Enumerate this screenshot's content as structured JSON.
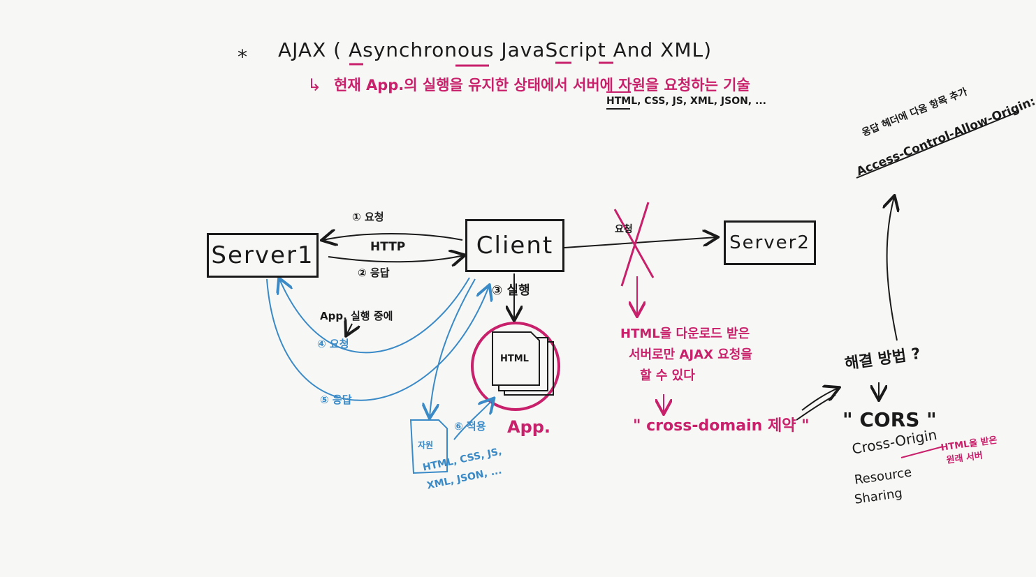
{
  "title": {
    "asterisk": "*",
    "text": "AJAX ( Asynchronous JavaScript And XML)"
  },
  "definition": {
    "arrow": "↳",
    "text": "현재 App.의 실행을 유지한 상태에서 서버에 자원을 요청하는 기술",
    "resources": "HTML, CSS, JS, XML, JSON, ..."
  },
  "boxes": {
    "server1": "Server1",
    "client": "Client",
    "server2": "Server2"
  },
  "edges": {
    "request": "① 요청",
    "http": "HTTP",
    "response": "② 응답",
    "execute": "③ 실행",
    "during_app": "App. 실행 중에",
    "request4": "④ 요청",
    "response5": "⑤ 응답",
    "apply6": "⑥ 적용",
    "blocked_request": "요청"
  },
  "app": {
    "doc_label": "HTML",
    "label": "App."
  },
  "resource_doc": {
    "label": "자원",
    "types_line1": "HTML, CSS, JS,",
    "types_line2": "XML, JSON, ..."
  },
  "cross_domain": {
    "line1": "HTML을 다운로드 받은",
    "line2": "서버로만 AJAX 요청을",
    "line3": "할 수 있다",
    "restriction": "\" cross-domain 제약 \""
  },
  "solution": {
    "question": "해결 방법 ?",
    "cors": "\" CORS \"",
    "cross_origin": "Cross-Origin",
    "origin_note_line1": "HTML을 받은",
    "origin_note_line2": "원래 서버",
    "resource": "Resource",
    "sharing": "Sharing"
  },
  "header_note": {
    "line1": "응답 헤더에 다음 항목 추가",
    "line2": "Access-Control-Allow-Origin: *"
  },
  "colors": {
    "ink": "#1a1a1a",
    "pink": "#c8206a",
    "blue": "#3a8ac7",
    "background": "#f7f7f5"
  }
}
